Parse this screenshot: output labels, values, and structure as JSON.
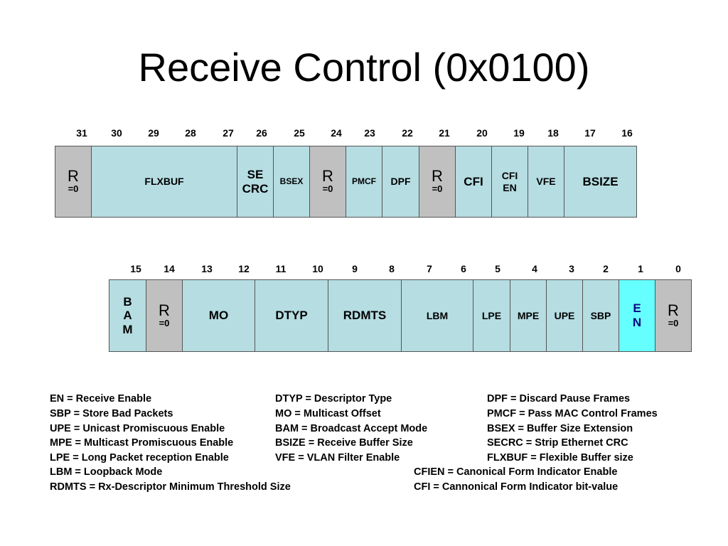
{
  "title": "Receive Control (0x0100)",
  "upper_register": {
    "bit_numbers": [
      "31",
      "30",
      "29",
      "28",
      "27",
      "26",
      "25",
      "24",
      "23",
      "22",
      "21",
      "20",
      "19",
      "18",
      "17",
      "16"
    ],
    "fields": [
      {
        "id": "r31",
        "lines": [
          "R",
          "=0"
        ],
        "type": "reserved"
      },
      {
        "id": "flxbuf",
        "lines": [
          "FLXBUF"
        ],
        "type": "normal"
      },
      {
        "id": "secrc",
        "lines": [
          "SE",
          "CRC"
        ],
        "type": "normal"
      },
      {
        "id": "bsex",
        "lines": [
          "BSEX"
        ],
        "type": "normal"
      },
      {
        "id": "r24",
        "lines": [
          "R",
          "=0"
        ],
        "type": "reserved"
      },
      {
        "id": "pmcf",
        "lines": [
          "PMCF"
        ],
        "type": "normal"
      },
      {
        "id": "dpf",
        "lines": [
          "DPF"
        ],
        "type": "normal"
      },
      {
        "id": "r21",
        "lines": [
          "R",
          "=0"
        ],
        "type": "reserved"
      },
      {
        "id": "cfi",
        "lines": [
          "CFI"
        ],
        "type": "normal"
      },
      {
        "id": "cfien",
        "lines": [
          "CFI",
          "EN"
        ],
        "type": "normal"
      },
      {
        "id": "vfe",
        "lines": [
          "VFE"
        ],
        "type": "normal"
      },
      {
        "id": "bsize",
        "lines": [
          "BSIZE"
        ],
        "type": "normal"
      }
    ]
  },
  "lower_register": {
    "bit_numbers": [
      "15",
      "14",
      "13",
      "12",
      "11",
      "10",
      "9",
      "8",
      "7",
      "6",
      "5",
      "4",
      "3",
      "2",
      "1",
      "0"
    ],
    "fields": [
      {
        "id": "bam",
        "lines": [
          "B",
          "A",
          "M"
        ],
        "type": "normal"
      },
      {
        "id": "r14",
        "lines": [
          "R",
          "=0"
        ],
        "type": "reserved"
      },
      {
        "id": "mo",
        "lines": [
          "MO"
        ],
        "type": "normal"
      },
      {
        "id": "dtyp",
        "lines": [
          "DTYP"
        ],
        "type": "normal"
      },
      {
        "id": "rdmts",
        "lines": [
          "RDMTS"
        ],
        "type": "normal"
      },
      {
        "id": "lbm",
        "lines": [
          "LBM"
        ],
        "type": "normal"
      },
      {
        "id": "lpe",
        "lines": [
          "LPE"
        ],
        "type": "normal"
      },
      {
        "id": "mpe",
        "lines": [
          "MPE"
        ],
        "type": "normal"
      },
      {
        "id": "upe",
        "lines": [
          "UPE"
        ],
        "type": "normal"
      },
      {
        "id": "sbp",
        "lines": [
          "SBP"
        ],
        "type": "normal"
      },
      {
        "id": "en",
        "lines": [
          "E",
          "N"
        ],
        "type": "highlight"
      },
      {
        "id": "r0",
        "lines": [
          "R",
          "=0"
        ],
        "type": "reserved"
      }
    ]
  },
  "legend": {
    "col1": [
      "EN = Receive Enable",
      "SBP = Store Bad Packets",
      "UPE = Unicast Promiscuous Enable",
      "MPE = Multicast Promiscuous Enable",
      "LPE = Long Packet reception Enable",
      "LBM = Loopback Mode",
      "RDMTS = Rx-Descriptor Minimum Threshold Size"
    ],
    "col2": [
      "DTYP = Descriptor Type",
      "MO = Multicast Offset",
      "BAM = Broadcast Accept Mode",
      "BSIZE = Receive Buffer Size",
      "VFE = VLAN Filter Enable"
    ],
    "col3": [
      "DPF = Discard Pause Frames",
      "PMCF = Pass MAC Control Frames",
      "BSEX = Buffer Size Extension",
      "SECRC = Strip Ethernet CRC",
      "FLXBUF = Flexible Buffer size"
    ],
    "col4": [
      "CFIEN = Canonical Form Indicator Enable",
      "CFI = Cannonical Form Indicator bit-value"
    ]
  },
  "colors": {
    "field": "#b5dde2",
    "reserved": "#c0c0c0",
    "highlight": "#66ffff"
  }
}
